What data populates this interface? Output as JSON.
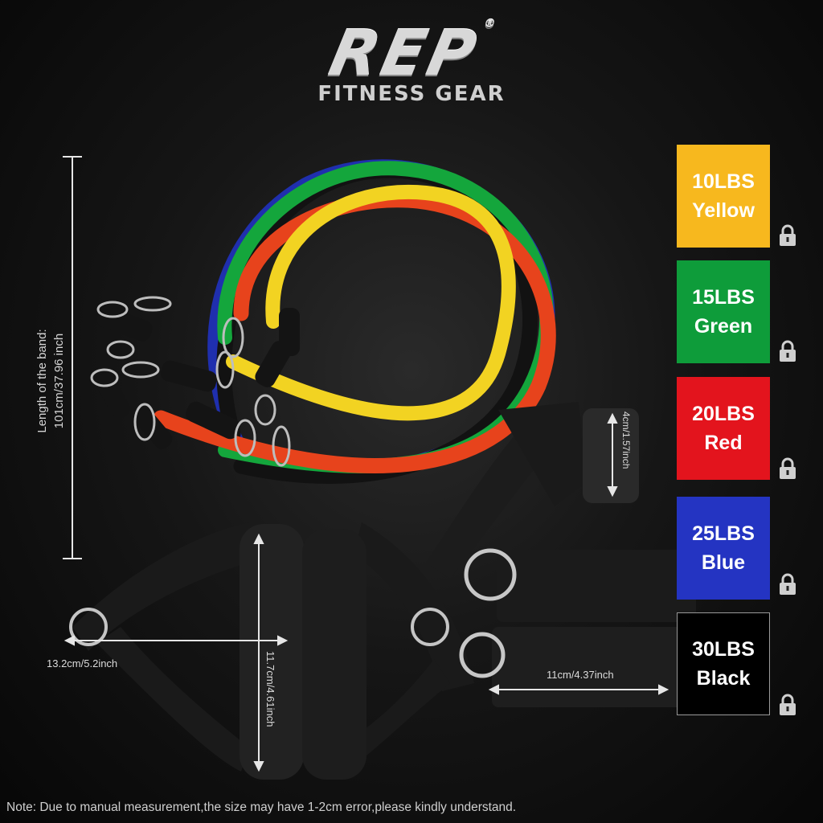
{
  "logo": {
    "main": "REP",
    "reg": "®",
    "sub": "FITNESS GEAR"
  },
  "band_length": {
    "line1": "Length of the band:",
    "line2": "101cm/37.96 inch"
  },
  "measurements": {
    "handle_width": "13.2cm/5.2inch",
    "handle_length": "11.7cm/4.61inch",
    "anchor_width": "4cm/1.57inch",
    "strap_width": "11cm/4.37inch"
  },
  "bands": [
    {
      "weight": "10LBS",
      "color_name": "Yellow",
      "color": "#f7b81e"
    },
    {
      "weight": "15LBS",
      "color_name": "Green",
      "color": "#0e9c3a"
    },
    {
      "weight": "20LBS",
      "color_name": "Red",
      "color": "#e3141d"
    },
    {
      "weight": "25LBS",
      "color_name": "Blue",
      "color": "#2434c2"
    },
    {
      "weight": "30LBS",
      "color_name": "Black",
      "color": "#000000"
    }
  ],
  "note": "Note: Due to manual measurement,the size may have 1-2cm  error,please kindly understand."
}
